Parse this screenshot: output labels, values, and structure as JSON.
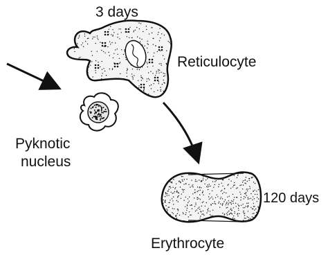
{
  "labels": {
    "reticulocyte_age": "3 days",
    "reticulocyte": "Reticulocyte",
    "pyknotic_line1": "Pyknotic",
    "pyknotic_line2": "nucleus",
    "erythrocyte_age": "120 days",
    "erythrocyte": "Erythrocyte"
  },
  "colors": {
    "ink": "#111111",
    "paper": "#ffffff"
  }
}
